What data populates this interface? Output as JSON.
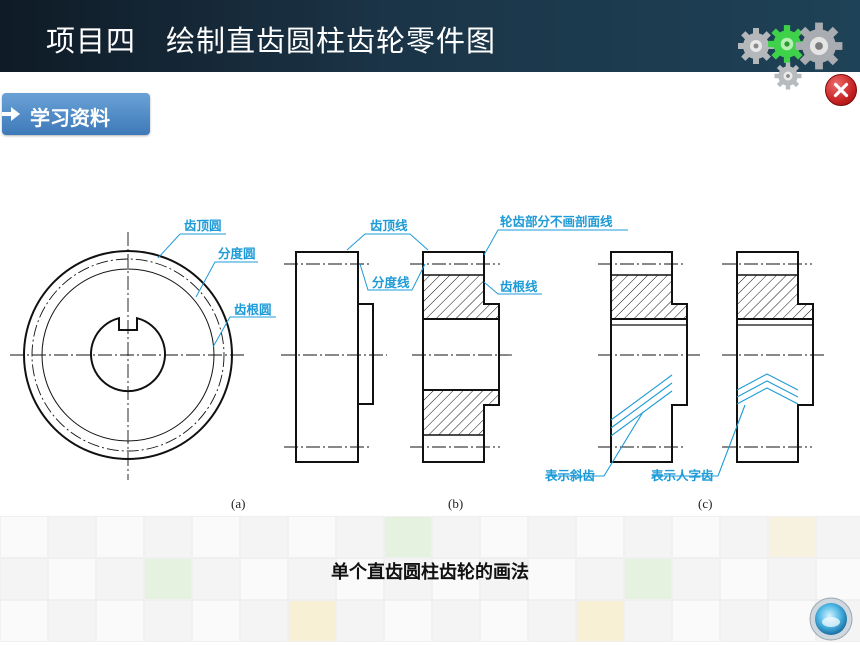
{
  "header": {
    "title_part1": "项目四",
    "title_part2": "绘制直齿圆柱齿轮零件图"
  },
  "tab": {
    "label": "学习资料"
  },
  "drawing": {
    "labels": {
      "tip_circle": "齿顶圆",
      "pitch_circle": "分度圆",
      "root_circle": "齿根圆",
      "tip_line": "齿顶线",
      "pitch_line": "分度线",
      "no_hatch_line": "轮齿部分不画剖面线",
      "root_line": "齿根线",
      "helical": "表示斜齿",
      "herringbone": "表示人字齿"
    },
    "captions": {
      "a": "(a)",
      "b": "(b)",
      "c": "(c)"
    }
  },
  "caption": "单个直齿圆柱齿轮的画法",
  "icons": {
    "header_decoration": "gears-icon",
    "close": "close-icon",
    "tab": "arrow-right-icon",
    "nav": "nav-circle-icon"
  },
  "colors": {
    "header_bg": "#1b3447",
    "tab_bg": "#4a86c5",
    "label_blue": "#1e9bd7",
    "close_red": "#c21d1d"
  }
}
